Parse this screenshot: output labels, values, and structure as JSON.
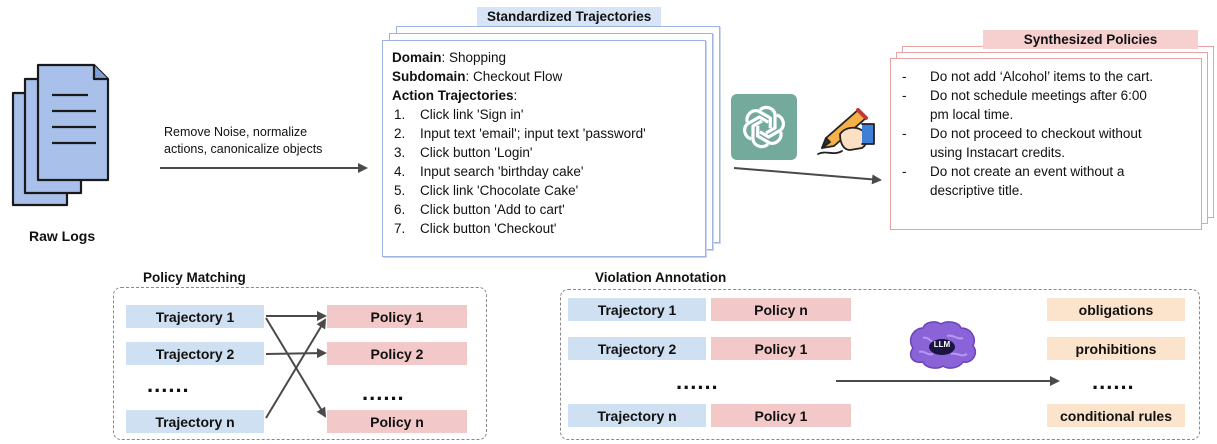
{
  "raw_logs": {
    "label": "Raw Logs"
  },
  "preprocess": {
    "line1": "Remove Noise, normalize",
    "line2": "actions, canonicalize objects"
  },
  "standardized": {
    "title": "Standardized Trajectories",
    "domain_key": "Domain",
    "domain_value": ": Shopping",
    "subdomain_key": "Subdomain",
    "subdomain_value": ": Checkout Flow",
    "actions_key": "Action Trajectories",
    "actions_colon": ":",
    "steps": [
      {
        "n": "1.",
        "text": "Click link 'Sign in'"
      },
      {
        "n": "2.",
        "text": "Input text 'email'; input text 'password'"
      },
      {
        "n": "3.",
        "text": "Click button 'Login'"
      },
      {
        "n": "4.",
        "text": "Input search 'birthday cake'"
      },
      {
        "n": "5.",
        "text": "Click link 'Chocolate Cake'"
      },
      {
        "n": "6.",
        "text": "Click button 'Add to cart'"
      },
      {
        "n": "7.",
        "text": "Click button 'Checkout'"
      }
    ]
  },
  "synthesized": {
    "title": "Synthesized Policies",
    "items": [
      {
        "dash": "-",
        "line1": "Do not add ‘Alcohol’ items to the cart.",
        "line2": ""
      },
      {
        "dash": "-",
        "line1": "Do not schedule meetings after 6:00",
        "line2": "pm local time."
      },
      {
        "dash": "-",
        "line1": "Do not proceed to checkout without",
        "line2": "using Instacart credits."
      },
      {
        "dash": "-",
        "line1": "Do not create an event without a",
        "line2": "descriptive title."
      }
    ]
  },
  "policy_matching": {
    "title": "Policy Matching",
    "trajectories": [
      "Trajectory 1",
      "Trajectory 2",
      "......",
      "Trajectory n"
    ],
    "policies": [
      "Policy 1",
      "Policy 2",
      "......",
      "Policy n"
    ]
  },
  "violation": {
    "title": "Violation Annotation",
    "trajectories": [
      "Trajectory 1",
      "Trajectory 2",
      "......",
      "Trajectory n"
    ],
    "policies": [
      "Policy n",
      "Policy 1",
      "Policy 1"
    ],
    "llm_label": "LLM",
    "rules": [
      "obligations",
      "prohibitions",
      "......",
      "conditional rules"
    ]
  },
  "colors": {
    "trajectory_fill": "#cfe0f2",
    "policy_fill": "#f3c8c8",
    "rule_fill": "#fbe3cc",
    "openai_green": "#74aa9c",
    "brain_purple": "#8b63d8"
  },
  "icons": [
    "document-stack-icon",
    "openai-logo-icon",
    "pencil-hand-icon",
    "brain-icon"
  ]
}
